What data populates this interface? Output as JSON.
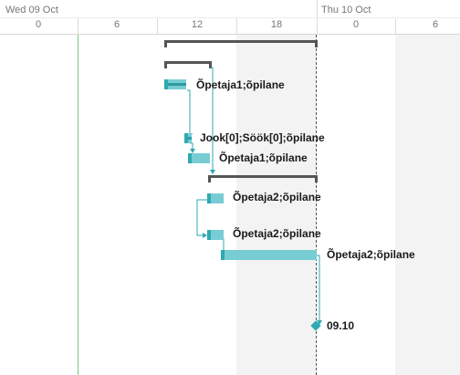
{
  "timeline": {
    "days": [
      {
        "label": "Wed 09 Oct"
      },
      {
        "label": "Thu 10 Oct"
      }
    ],
    "hours": [
      "0",
      "6",
      "12",
      "18",
      "0",
      "6"
    ]
  },
  "tasks": [
    {
      "label": "Õpetaja1;õpilane"
    },
    {
      "label": "Jook[0];Söök[0];õpilane"
    },
    {
      "label": "Õpetaja1;õpilane"
    },
    {
      "label": "Õpetaja2;õpilane"
    },
    {
      "label": "Õpetaja2;õpilane"
    },
    {
      "label": "Õpetaja2;õpilane"
    }
  ],
  "milestone": {
    "label": "09.10"
  },
  "colors": {
    "task_fill": "#77cdd3",
    "task_accent": "#2fa9b1",
    "link": "#2fa9b1",
    "summary": "#555555",
    "today_line": "#7cc97c",
    "weekend_shade": "#f3f3f3"
  }
}
